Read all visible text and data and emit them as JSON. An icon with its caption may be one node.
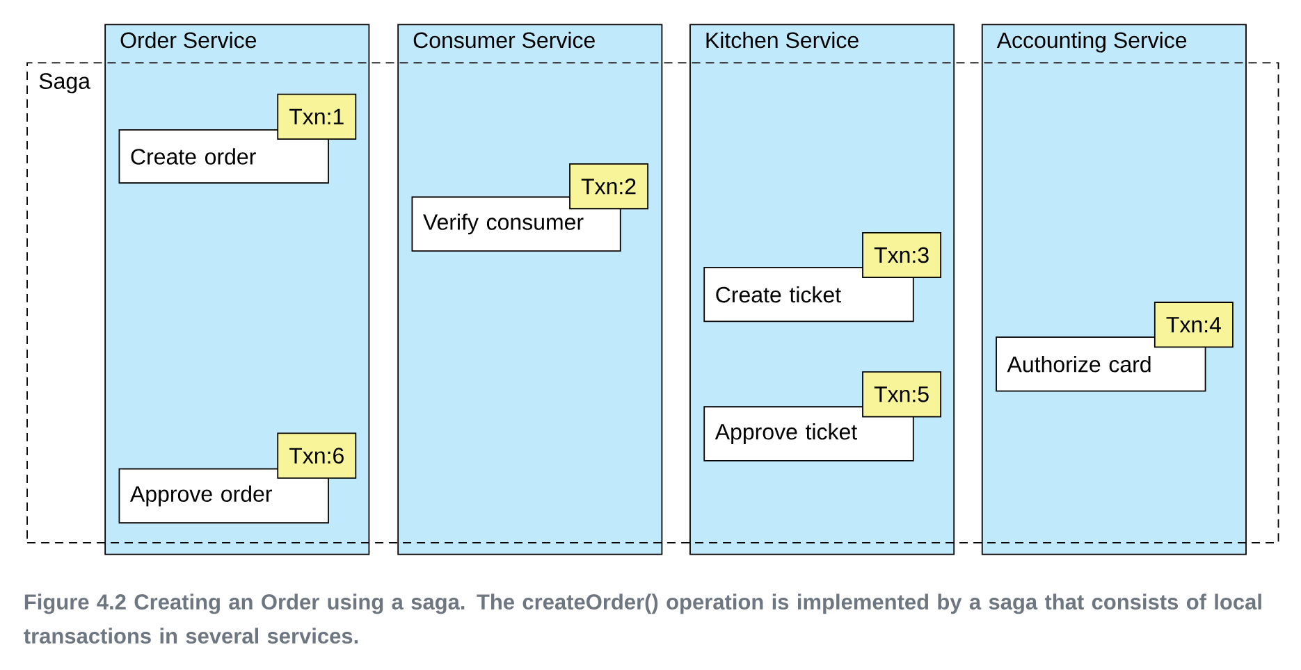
{
  "diagram": {
    "nodes": [
      {
        "text": [
          "Saga"
        ]
      },
      {
        "text": [
          "Order Service"
        ]
      },
      {
        "text": [
          "Create order"
        ],
        "in": 1
      },
      {
        "text": [
          "Txn:1"
        ],
        "in": 1
      },
      {
        "text": [
          "Approve order"
        ],
        "in": 1
      },
      {
        "text": [
          "Txn:6"
        ],
        "in": 1
      },
      {
        "text": [
          "Consumer Service"
        ]
      },
      {
        "text": [
          "Verify consumer"
        ],
        "in": 6
      },
      {
        "text": [
          "Txn:2"
        ],
        "in": 6
      },
      {
        "text": [
          "Kitchen Service"
        ]
      },
      {
        "text": [
          "Create ticket"
        ],
        "in": 9
      },
      {
        "text": [
          "Txn:3"
        ],
        "in": 9
      },
      {
        "text": [
          "Approve ticket"
        ],
        "in": 9
      },
      {
        "text": [
          "Txn:5"
        ],
        "in": 9
      },
      {
        "text": [
          "Accounting Service"
        ]
      },
      {
        "text": [
          "Authorize card"
        ],
        "in": 14
      },
      {
        "text": [
          "Txn:4"
        ],
        "in": 14
      }
    ],
    "caption": "Figure 4.2   Creating an Order using a saga. The createOrder() operation is implemented by a saga that consists of local transactions in several services."
  }
}
